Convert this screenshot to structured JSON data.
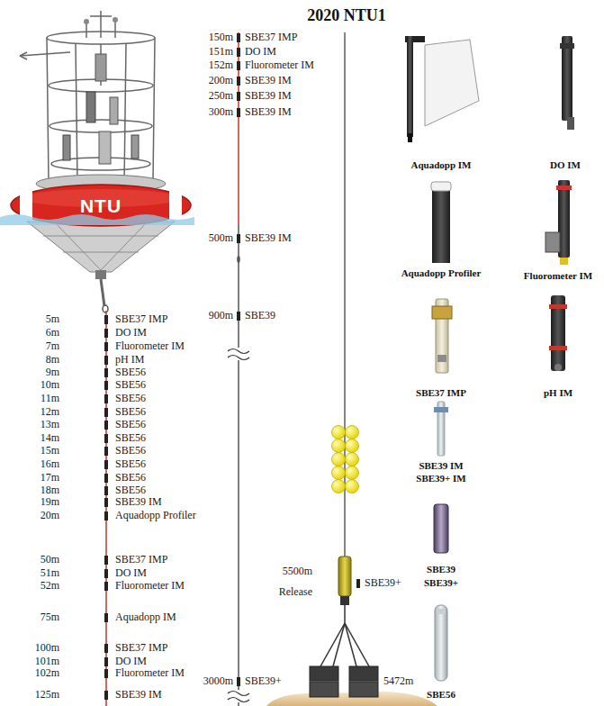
{
  "diagram": {
    "title": "2020 NTU1",
    "labels": [
      "NTU",
      "5m",
      "SBE37 IMP",
      "6m",
      "DO IM",
      "7m",
      "Fluorometer IM",
      "8m",
      "pH IM",
      "9m",
      "SBE56",
      "10m",
      "SBE56",
      "11m",
      "SBE56",
      "12m",
      "SBE56",
      "13m",
      "SBE56",
      "14m",
      "SBE56",
      "15m",
      "SBE56",
      "16m",
      "SBE56",
      "17m",
      "SBE56",
      "18m",
      "SBE56",
      "19m",
      "SBE39 IM",
      "20m",
      "Aquadopp Profiler",
      "50m",
      "SBE37 IMP",
      "51m",
      "DO IM",
      "52m",
      "Fluorometer IM",
      "75m",
      "Aquadopp IM",
      "100m",
      "SBE37 IMP",
      "101m",
      "DO IM",
      "102m",
      "Fluorometer IM",
      "125m",
      "SBE39 IM",
      "150m",
      "SBE37 IMP",
      "151m",
      "DO IM",
      "152m",
      "Fluorometer IM",
      "200m",
      "SBE39 IM",
      "250m",
      "SBE39 IM",
      "300m",
      "SBE39 IM",
      "500m",
      "SBE39 IM",
      "900m",
      "SBE39",
      "3000m",
      "SBE39+",
      "5500m",
      "Release",
      "SBE39+",
      "5472m",
      "Aquadopp IM",
      "DO IM",
      "Aquadopp Profiler",
      "Fluorometer IM",
      "SBE37 IMP",
      "pH IM",
      "SBE39 IM",
      "SBE39+ IM",
      "SBE39",
      "SBE39+",
      "SBE56"
    ]
  }
}
